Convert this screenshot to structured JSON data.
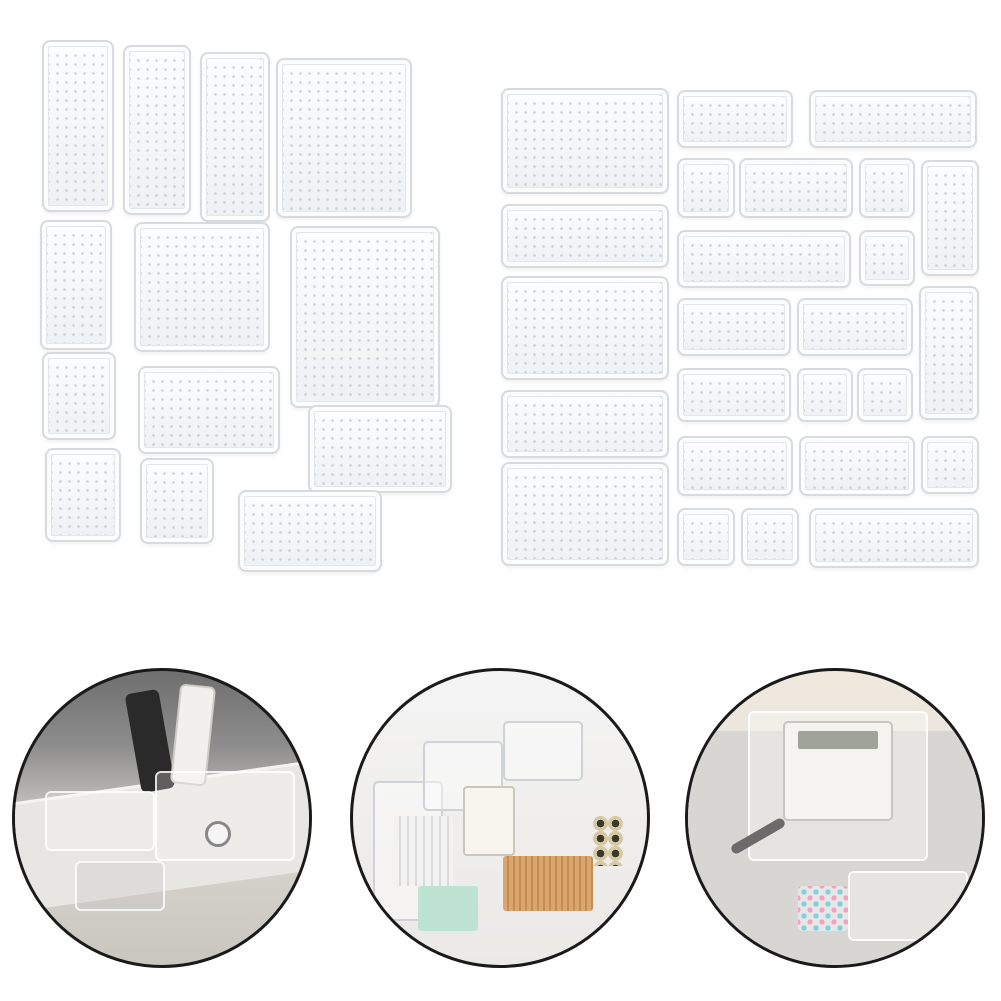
{
  "figure": {
    "panels": [
      {
        "name": "organizer-set-13-pieces"
      },
      {
        "name": "organizer-set-25-pieces"
      }
    ],
    "photos": [
      {
        "name": "bedside-table-drawer-photo"
      },
      {
        "name": "desk-stationery-drawer-photo"
      },
      {
        "name": "office-drawer-calculator-photo"
      }
    ],
    "colors": {
      "tray_border": "#d7dbe0",
      "tray_fill": "#eef1f4",
      "photo_outline": "#1a1a1a"
    }
  }
}
